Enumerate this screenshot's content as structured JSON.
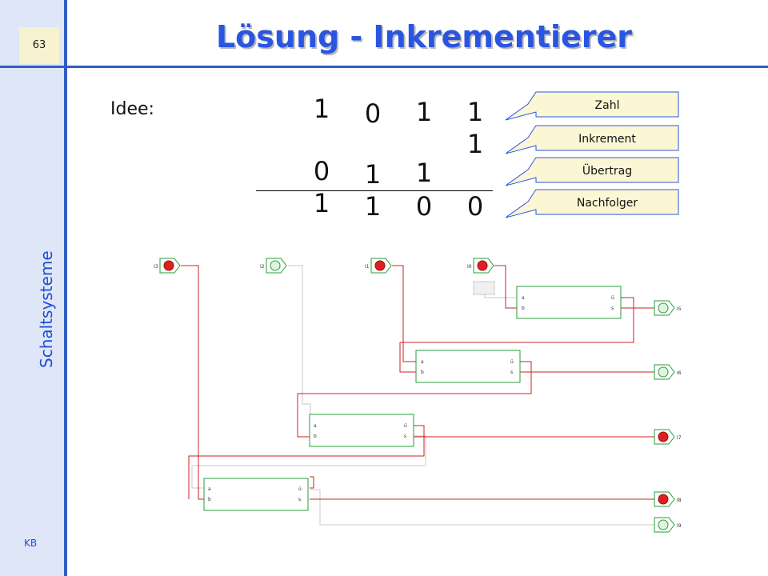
{
  "slide": {
    "page_number": "63",
    "section": "Schaltsysteme",
    "footer": "KB",
    "title": "Lösung - Inkrementierer",
    "idea_label": "Idee:"
  },
  "addition": {
    "zahl": [
      "1",
      "0",
      "1",
      "1"
    ],
    "inkrement": "1",
    "uebertrag": [
      "0",
      "1",
      "1"
    ],
    "nachfolger": [
      "1",
      "1",
      "0",
      "0"
    ]
  },
  "callouts": [
    "Zahl",
    "Inkrement",
    "Übertrag",
    "Nachfolger"
  ],
  "circuit": {
    "inputs": [
      "I3",
      "I2",
      "I1",
      "I0"
    ],
    "outputs": [
      "I5",
      "I6",
      "I7",
      "I8",
      "I9"
    ],
    "pin_labels": {
      "a": "a",
      "b": "b",
      "carry": "ü",
      "sum": "s"
    }
  },
  "colors": {
    "accent": "#2f5ec2",
    "title": "#2a55e0",
    "callout_fill": "#fbf7d4",
    "block_border": "#2a9d3a",
    "wire_active": "#cc2020",
    "wire_inactive": "#c8c8c8",
    "led_on": "#e02020",
    "led_off": "#dff5df"
  }
}
